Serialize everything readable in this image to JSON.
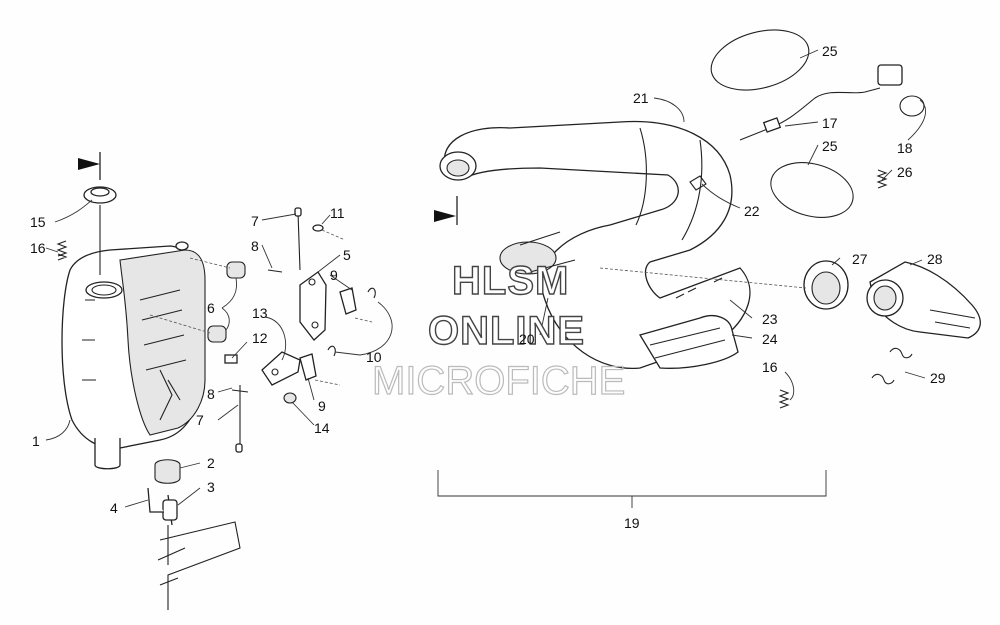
{
  "watermark": {
    "line1": "HLSM",
    "line2": "ONLINE",
    "line3": "MICROFICHE"
  },
  "callouts": {
    "c1": "1",
    "c2": "2",
    "c3": "3",
    "c4": "4",
    "c5": "5",
    "c6": "6",
    "c7a": "7",
    "c7b": "7",
    "c8a": "8",
    "c8b": "8",
    "c9a": "9",
    "c9b": "9",
    "c10": "10",
    "c11": "11",
    "c12": "12",
    "c13": "13",
    "c14": "14",
    "c15": "15",
    "c16a": "16",
    "c16b": "16",
    "c17": "17",
    "c18": "18",
    "c19": "19",
    "c20": "20",
    "c21": "21",
    "c22": "22",
    "c23": "23",
    "c24": "24",
    "c25a": "25",
    "c25b": "25",
    "c26": "26",
    "c27": "27",
    "c28": "28",
    "c29": "29"
  },
  "colors": {
    "line": "#222222",
    "background": "#fefefe",
    "flag": "#111111"
  },
  "icons": {
    "flag": "flag-icon"
  }
}
